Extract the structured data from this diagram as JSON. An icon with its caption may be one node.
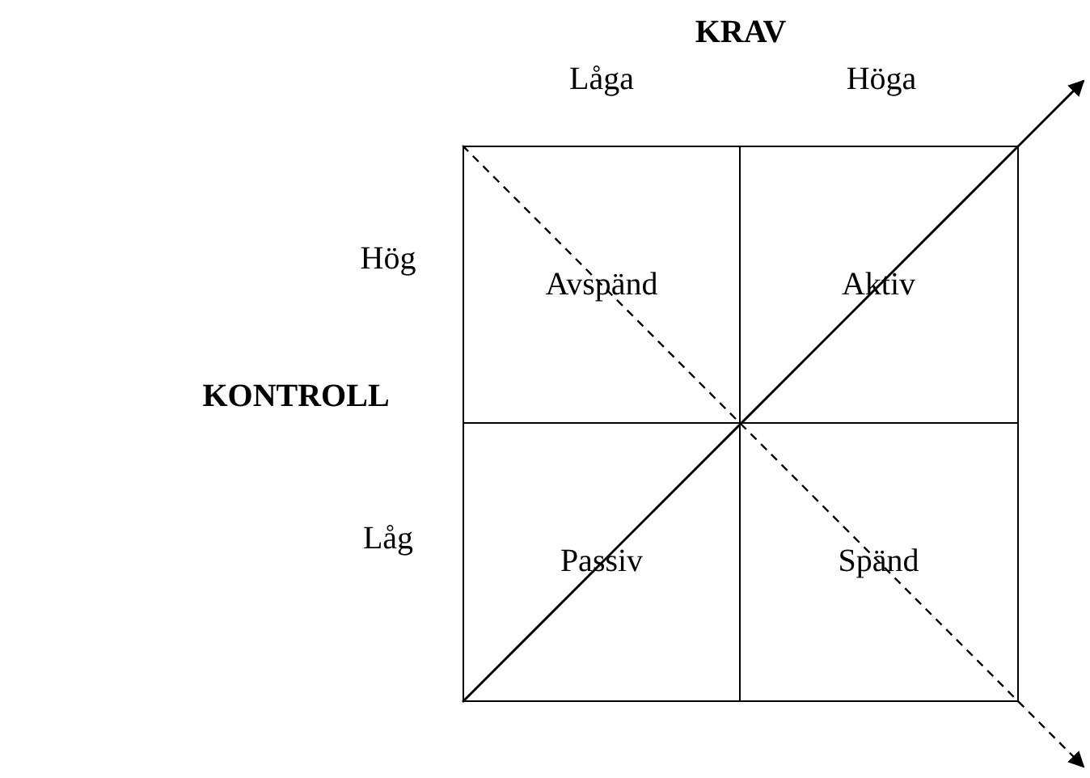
{
  "diagram": {
    "nodes": [
      {
        "text": [
          "Avspänd"
        ]
      },
      {
        "text": [
          "Aktiv"
        ]
      },
      {
        "text": [
          "Passiv"
        ]
      },
      {
        "text": [
          "Spänd"
        ]
      }
    ],
    "labels": [
      "KRAV",
      "Låga",
      "Höga",
      "Hög",
      "KONTROLL",
      "Låg"
    ]
  }
}
